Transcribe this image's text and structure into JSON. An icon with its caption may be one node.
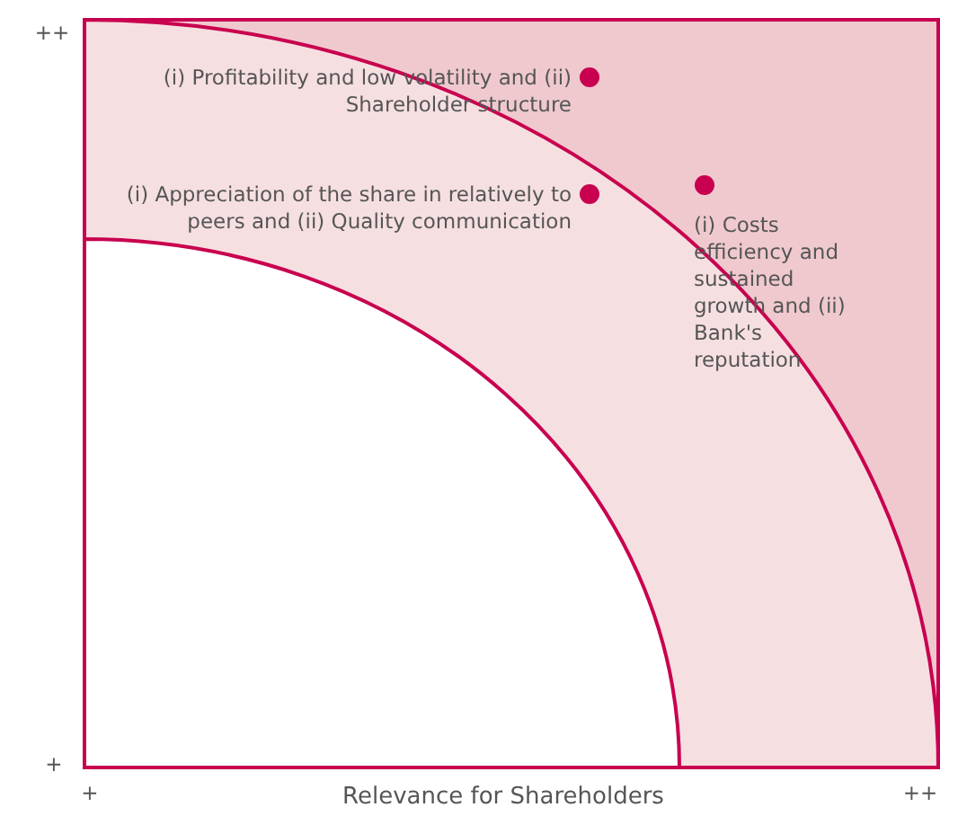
{
  "diagram": {
    "labels": [
      "++",
      "(i) Profitability and low volatility and (ii) Shareholder structure",
      "(i) Appreciation of the share in relatively to peers and (ii) Quality communication",
      "(i) Costs efficiency and sustained growth and (ii) Bank's reputation",
      "+",
      "+",
      "Relevance for Shareholders",
      "++"
    ]
  }
}
